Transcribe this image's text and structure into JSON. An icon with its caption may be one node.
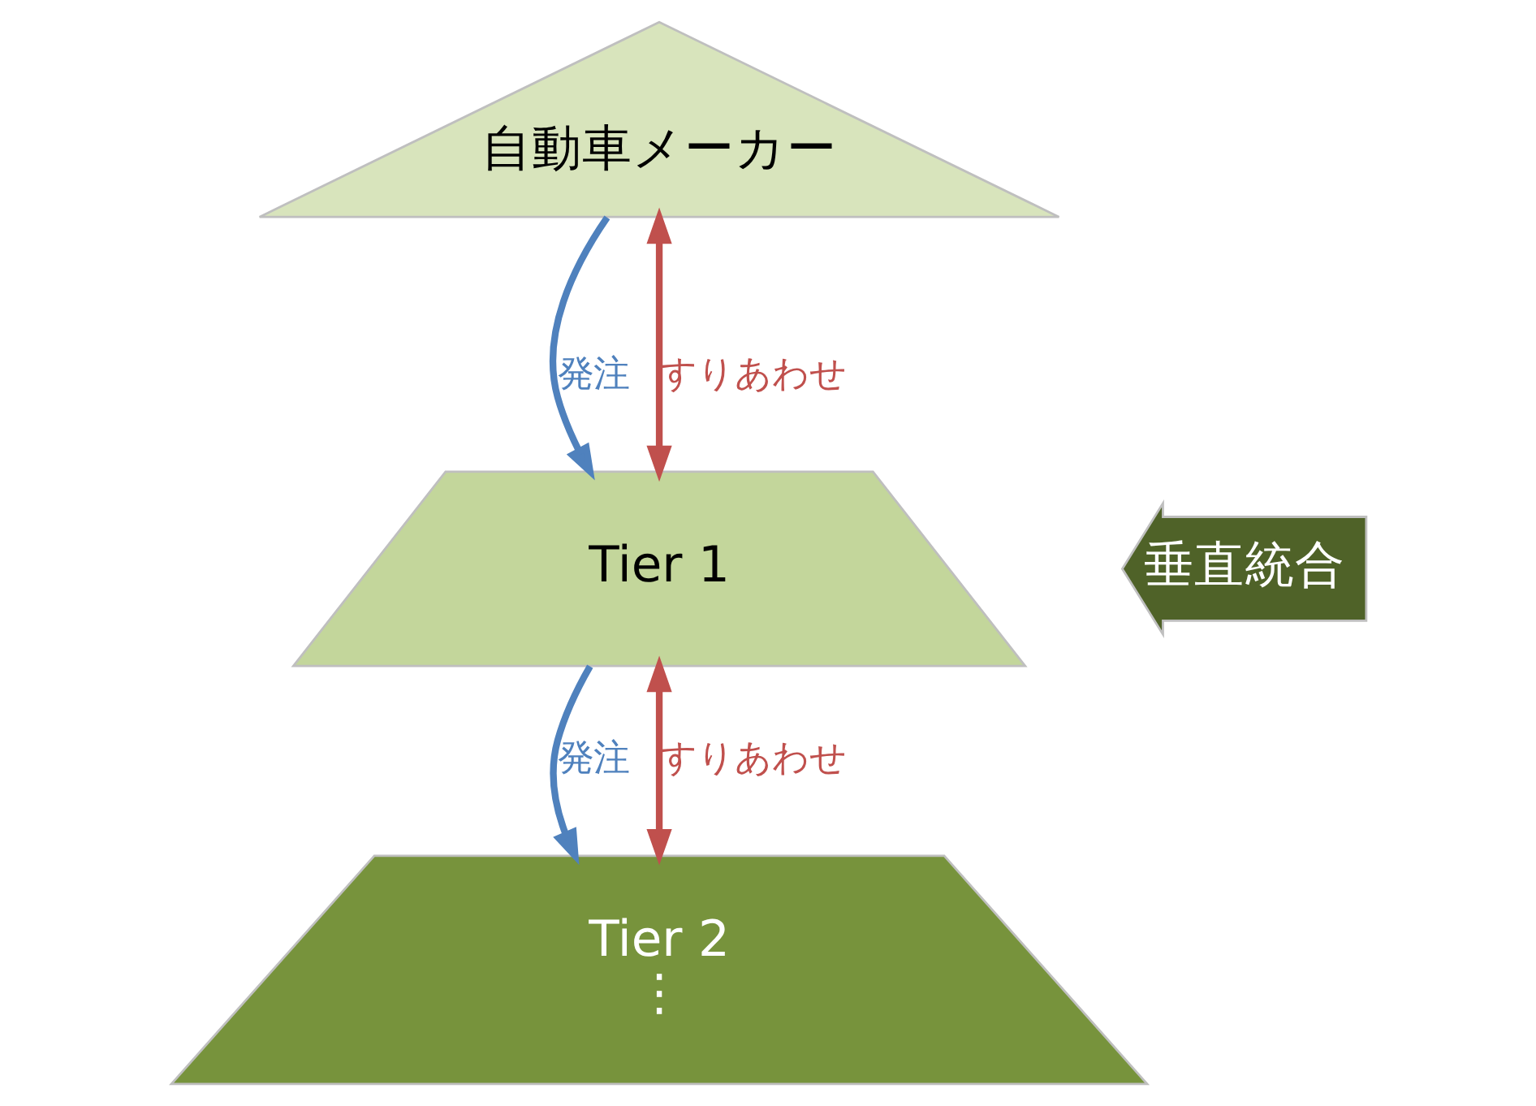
{
  "diagram": {
    "nodes": [
      {
        "text": [
          "自動車メーカー"
        ]
      },
      {
        "text": [
          "Tier 1"
        ]
      },
      {
        "text": [
          "Tier 2",
          "⋮"
        ]
      },
      {
        "text": [
          "垂直統合"
        ]
      }
    ],
    "edges": [
      {
        "from": 0,
        "to": 1,
        "arrow": "to",
        "label": "発注",
        "color": "#4f81bd"
      },
      {
        "from": 0,
        "to": 1,
        "arrow": "both",
        "label": "すりあわせ",
        "color": "#c0504d"
      },
      {
        "from": 1,
        "to": 2,
        "arrow": "to",
        "label": "発注",
        "color": "#4f81bd"
      },
      {
        "from": 1,
        "to": 2,
        "arrow": "both",
        "label": "すりあわせ",
        "color": "#c0504d"
      }
    ]
  }
}
